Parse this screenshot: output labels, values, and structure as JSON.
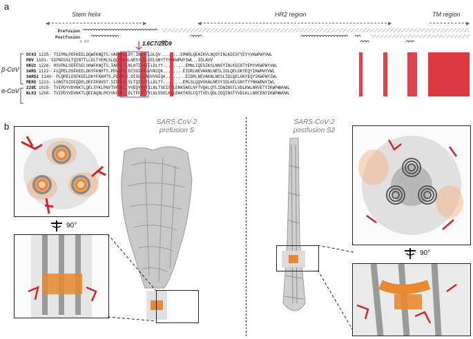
{
  "panel_a": {
    "letter": "a",
    "regions": {
      "stem_helix": "Stem helix",
      "hr2": "HR2 region",
      "tm": "TM region"
    },
    "ss_labels": [
      "Prefusion",
      "Postfusion"
    ],
    "antibody_label": "1.6C7/28D9",
    "stars": "* **",
    "families": [
      "β-CoV",
      "α-CoV"
    ],
    "alignment": [
      {
        "name": "OC43",
        "pos": "1225-",
        "seq": "TSIPNLPDFKEELDQWFKNQTS.VAPDLSLDY.INVTFLDLQV........EMNRLQEAIKVLNQSYINLKDIGTYEYYVKWPWYVWL"
      },
      {
        "name": "MHV",
        "pos": "1191-",
        "seq": "SIPNFGSLTQINTTLLDLTYEMLSLQQVVKALNESYIDLKELGNYTYYNKWPWYIWL..IGLAVV"
      },
      {
        "name": "HKU1",
        "pos": "1226-",
        "seq": "HSVPKLSDFESELSHWFKNQTS.IAPNLTLNLHTINATFLDLYY.........EMNLIQESIKSLNNSYINLKDIGTYEMYVKWPWYVWL"
      },
      {
        "name": "SARS",
        "pos": "1122-",
        "seq": "FLQPELDSFKEELDKYFKNHTS.PDVDFG.DISGINASVVNIQK........EIDRLNEVAKNLNESLIDLQELGKYEQYIKWPWYVWL"
      },
      {
        "name": "SARS2",
        "pos": "1140-",
        "seq": "PLQPELDSFKEELDKYFKNHTS.PDVDLG.DISGINASVVNIQK........EIDRLNEVAKNLNESLIDLQELGKYEQYIKWPWYIWL"
      },
      {
        "name": "MERS",
        "pos": "1223-",
        "seq": "LGNSTGIDFQDELDEFFKNVST.SIPNFG.SLTQINTTLLDLTY........EMLSLQQVVKALNESYIDLKELGNYTYYNKWPWYIWL"
      },
      {
        "name": "229E",
        "pos": "1025-",
        "seq": "TVIPDYVDVNKTLQELSYKLPNYTVPDL..VVEQYNQTILNLTSEISTLENKSAELNYTVQKLQTLIDNINSTLVDLKWLNRVETYIKWPWWVWL"
      },
      {
        "name": "NL63",
        "pos": "1208-",
        "seq": "TVIPDYVDVNKTLQEFAQNLPKYVKPNF..DLTPFNLTYLNLSSELKQLEAKTASLFQTTVELQGLIDQINSTYVDLKLLNRFENYIKWPWWVWL"
      }
    ]
  },
  "panel_b": {
    "letter": "b",
    "prefusion_title": [
      "SARS-CoV-2",
      "prefusion S"
    ],
    "postfusion_title": [
      "SARS-CoV-2",
      "postfusion S2"
    ],
    "rotation_label": "90°"
  },
  "colors": {
    "helix_gray": "#a9a9a9",
    "highlight_orange": "#e8892f",
    "glycan_red": "#d2232a",
    "identity_red": "#d9232e",
    "similar_red": "#cc2222"
  }
}
